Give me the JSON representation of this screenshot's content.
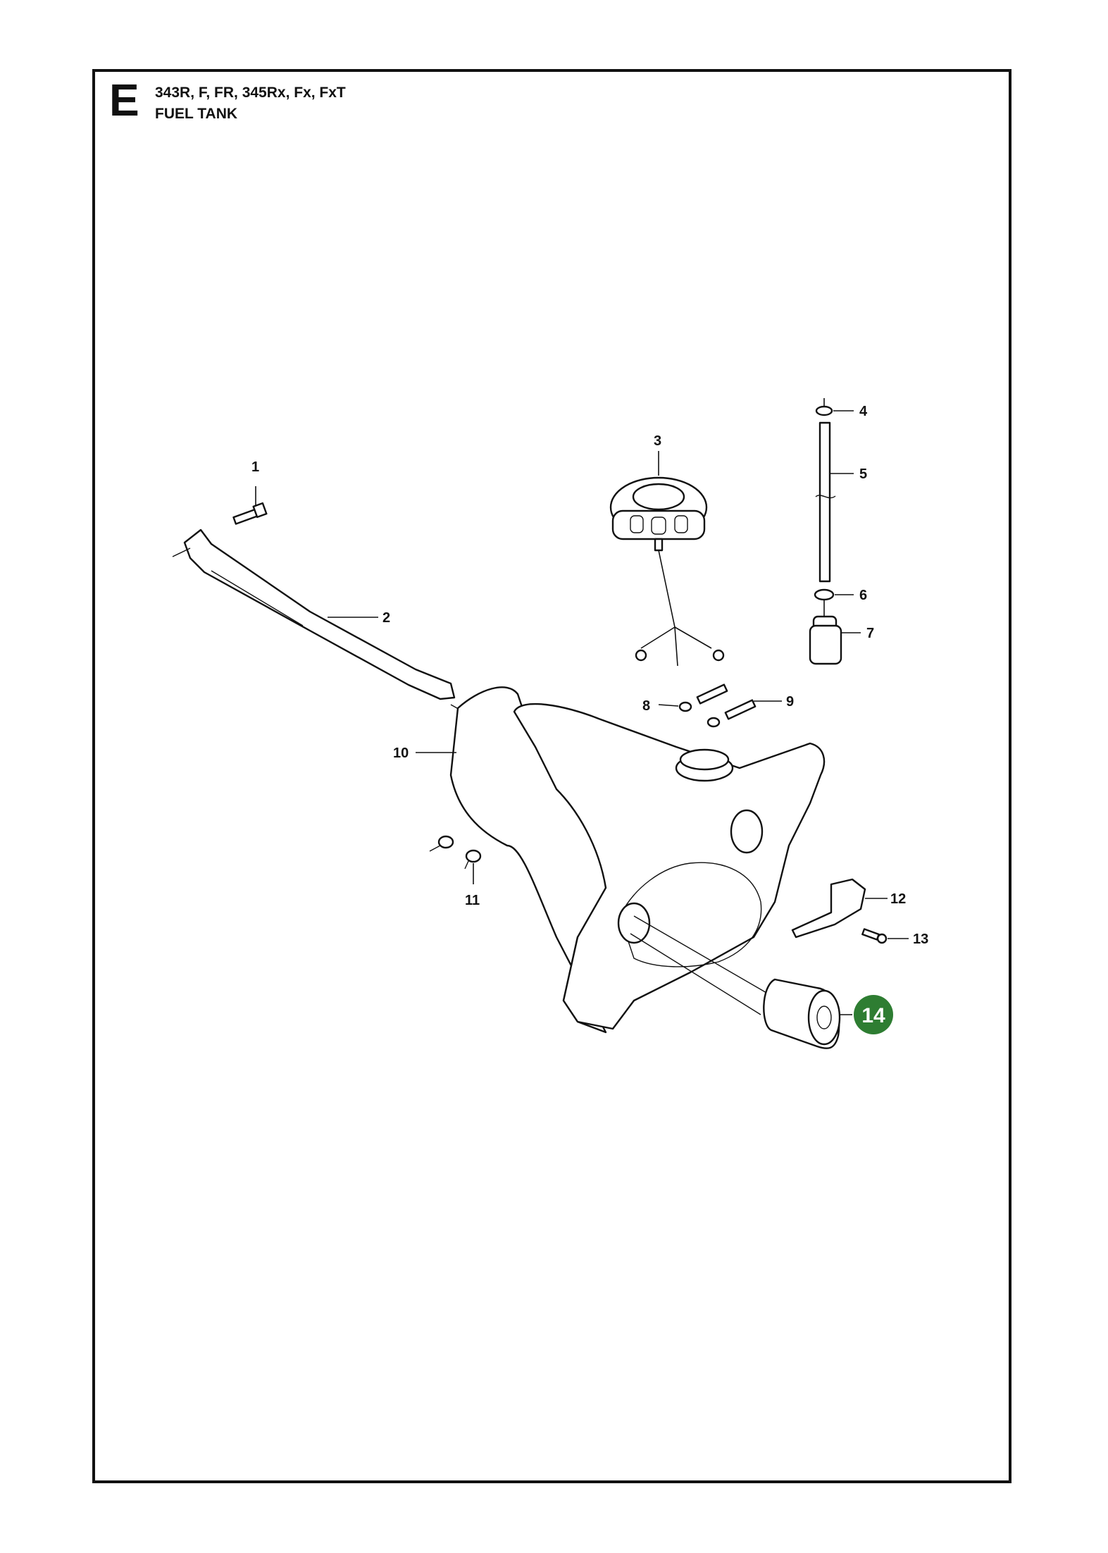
{
  "header": {
    "section_letter": "E",
    "models": "343R, F, FR, 345Rx, Fx, FxT",
    "title": "FUEL TANK"
  },
  "callouts": [
    "1",
    "2",
    "3",
    "4",
    "5",
    "6",
    "7",
    "8",
    "9",
    "10",
    "11",
    "12",
    "13",
    "14"
  ],
  "highlight": {
    "label": "14",
    "color": "#2e7d32"
  }
}
